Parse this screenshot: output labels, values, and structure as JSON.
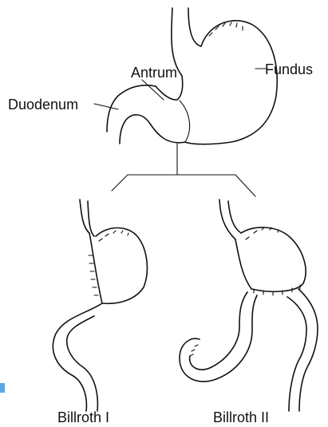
{
  "figure": {
    "labels": {
      "antrum": "Antrum",
      "fundus": "Fundus",
      "duodenum": "Duodenum",
      "billroth_1": "Billroth I",
      "billroth_2": "Billroth II"
    }
  },
  "colors": {
    "ink": "#111111",
    "marker": "#5aa7e6",
    "background": "#ffffff"
  }
}
